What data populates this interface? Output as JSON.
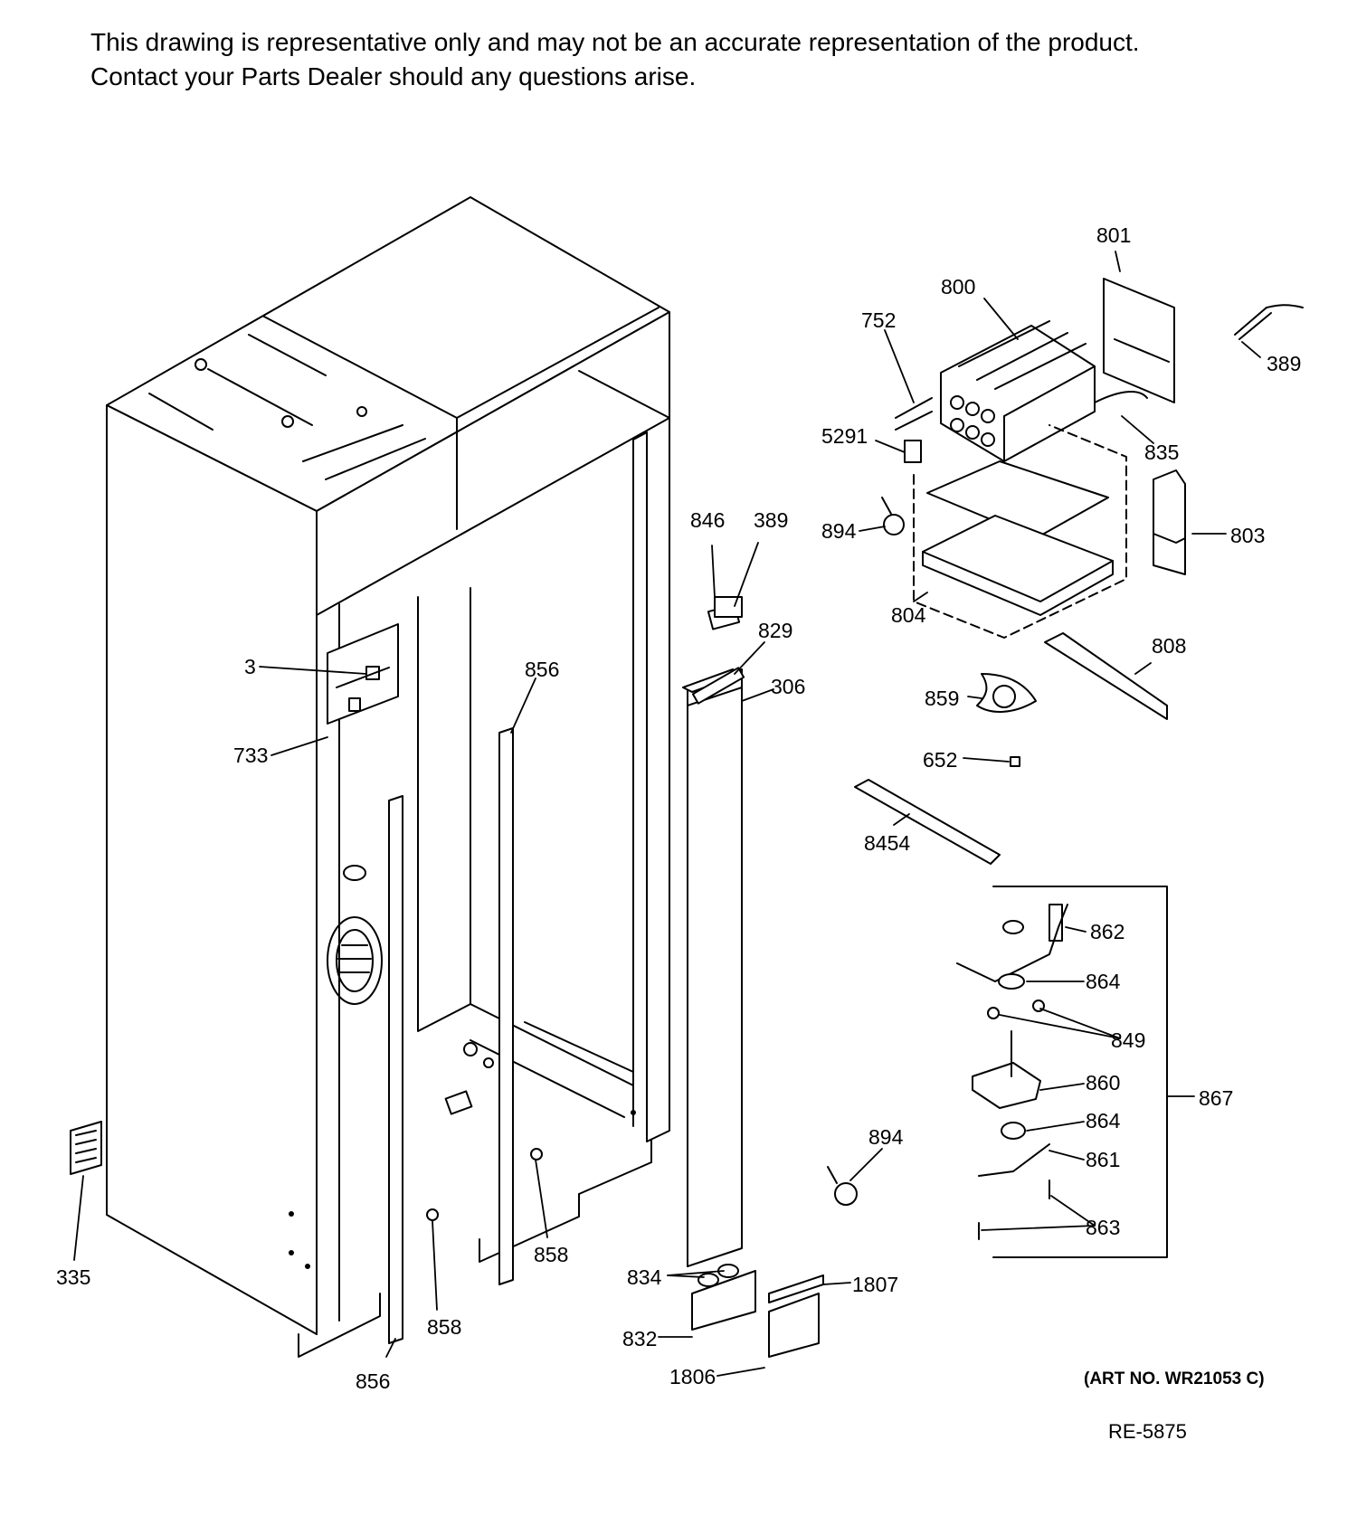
{
  "header": {
    "line1": "This drawing is representative only and may not be an accurate representation of the product.",
    "line2": "Contact your Parts Dealer should any questions arise."
  },
  "callouts": [
    {
      "id": "801",
      "text": "801"
    },
    {
      "id": "800",
      "text": "800"
    },
    {
      "id": "752",
      "text": "752"
    },
    {
      "id": "389a",
      "text": "389"
    },
    {
      "id": "835",
      "text": "835"
    },
    {
      "id": "5291",
      "text": "5291"
    },
    {
      "id": "894a",
      "text": "894"
    },
    {
      "id": "803",
      "text": "803"
    },
    {
      "id": "804",
      "text": "804"
    },
    {
      "id": "846",
      "text": "846"
    },
    {
      "id": "389b",
      "text": "389"
    },
    {
      "id": "829",
      "text": "829"
    },
    {
      "id": "306",
      "text": "306"
    },
    {
      "id": "808",
      "text": "808"
    },
    {
      "id": "859",
      "text": "859"
    },
    {
      "id": "652",
      "text": "652"
    },
    {
      "id": "8454",
      "text": "8454"
    },
    {
      "id": "3",
      "text": "3"
    },
    {
      "id": "733",
      "text": "733"
    },
    {
      "id": "856a",
      "text": "856"
    },
    {
      "id": "856b",
      "text": "856"
    },
    {
      "id": "858a",
      "text": "858"
    },
    {
      "id": "858b",
      "text": "858"
    },
    {
      "id": "335",
      "text": "335"
    },
    {
      "id": "862",
      "text": "862"
    },
    {
      "id": "864a",
      "text": "864"
    },
    {
      "id": "849",
      "text": "849"
    },
    {
      "id": "860",
      "text": "860"
    },
    {
      "id": "867",
      "text": "867"
    },
    {
      "id": "864b",
      "text": "864"
    },
    {
      "id": "861",
      "text": "861"
    },
    {
      "id": "863",
      "text": "863"
    },
    {
      "id": "894b",
      "text": "894"
    },
    {
      "id": "834",
      "text": "834"
    },
    {
      "id": "1807",
      "text": "1807"
    },
    {
      "id": "832",
      "text": "832"
    },
    {
      "id": "1806",
      "text": "1806"
    }
  ],
  "footer": {
    "art_no": "(ART NO. WR21053 C)",
    "ref": "RE-5875"
  }
}
